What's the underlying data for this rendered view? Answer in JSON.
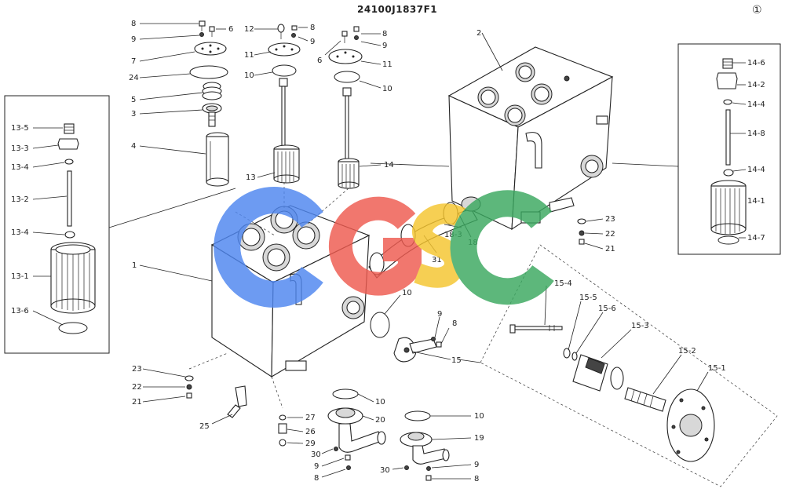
{
  "title": "24100J1837F1",
  "sheet": "①",
  "watermark": {
    "letters": [
      "C",
      "G",
      "S",
      "C"
    ],
    "colors": [
      "#4e86f0",
      "#ee5a4f",
      "#f5c52e",
      "#3aa85f"
    ]
  },
  "labels": {
    "l8a": "8",
    "l9a": "9",
    "l6a": "6",
    "l7": "7",
    "l24": "24",
    "l5": "5",
    "l3": "3",
    "l4": "4",
    "l12": "12",
    "l8b": "8",
    "l9b": "9",
    "l11a": "11",
    "l10a": "10",
    "l13": "13",
    "l6b": "6",
    "l8c": "8",
    "l9c": "9",
    "l11b": "11",
    "l10b": "10",
    "l14": "14",
    "l2": "2",
    "l1": "1",
    "l23a": "23",
    "l22a": "22",
    "l21a": "21",
    "l18_3": "18-3",
    "l18": "18",
    "l31": "31",
    "l10c": "10",
    "l9d": "9",
    "l8d": "8",
    "l15": "15",
    "l15_4": "15-4",
    "l15_5": "15-5",
    "l15_6": "15-6",
    "l15_3": "15-3",
    "l15_2": "15-2",
    "l15_1": "15-1",
    "l23b": "23",
    "l22b": "22",
    "l21b": "21",
    "l25": "25",
    "l27": "27",
    "l26": "26",
    "l29": "29",
    "l30a": "30",
    "l9e": "9",
    "l8e": "8",
    "l10d": "10",
    "l20": "20",
    "l10e": "10",
    "l19": "19",
    "l30b": "30",
    "l9f": "9",
    "l8f": "8",
    "l13_5": "13-5",
    "l13_3": "13-3",
    "l13_4a": "13-4",
    "l13_2": "13-2",
    "l13_4b": "13-4",
    "l13_1": "13-1",
    "l13_6": "13-6",
    "l14_6": "14-6",
    "l14_2": "14-2",
    "l14_4a": "14-4",
    "l14_8": "14-8",
    "l14_4b": "14-4",
    "l14_1": "14-1",
    "l14_7": "14-7"
  }
}
